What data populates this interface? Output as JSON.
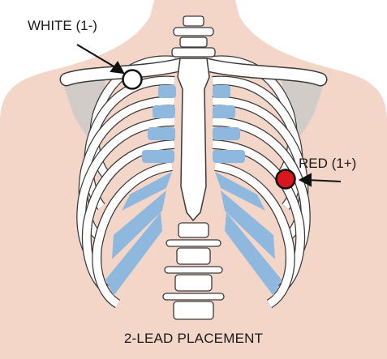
{
  "electrodes": {
    "white": {
      "label": "WHITE (1-)",
      "color": "#ffffff"
    },
    "red": {
      "label": "RED (1+)",
      "color": "#d8161e"
    }
  },
  "caption": "2-LEAD PLACEMENT",
  "colors": {
    "skin": "#f3d6c8",
    "bone": "#ffffff",
    "bone_outline": "#3a3a3a",
    "cartilage": "#8fb8df",
    "scapula": "#c9c9c9",
    "background": "#ffffff"
  }
}
